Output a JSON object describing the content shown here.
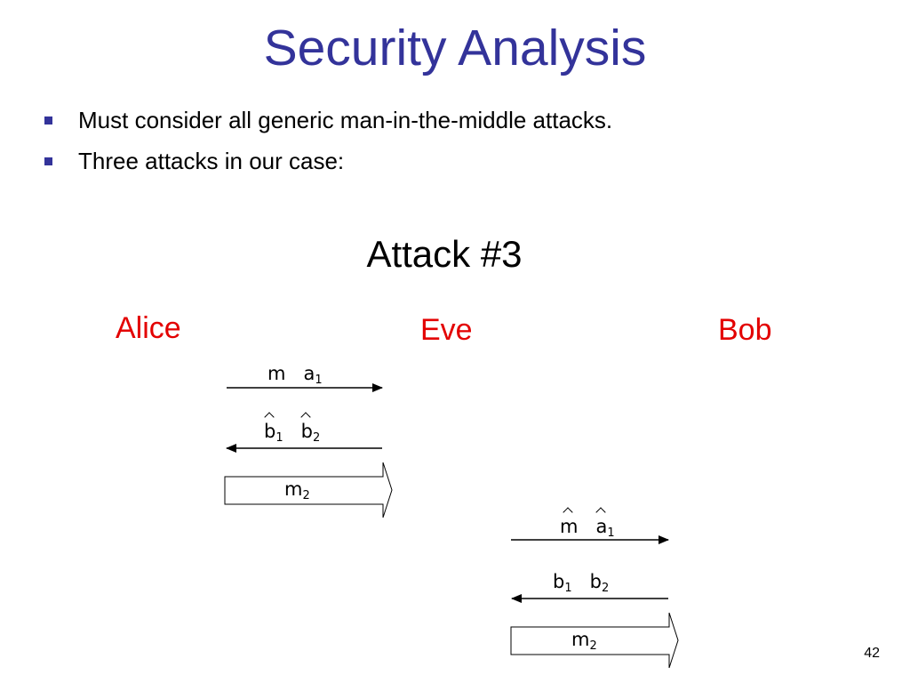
{
  "title": "Security Analysis",
  "bullets": [
    "Must consider all generic man-in-the-middle attacks.",
    "Three attacks in our case:"
  ],
  "subtitle": "Attack #3",
  "parties": {
    "alice": "Alice",
    "eve": "Eve",
    "bob": "Bob"
  },
  "messages": {
    "m1_a": "m",
    "m1_b": "a",
    "m1_b_sub": "1",
    "m2_a": "b",
    "m2_a_sub": "1",
    "m2_b": "b",
    "m2_b_sub": "2",
    "m3_a": "m",
    "m3_a_sub": "2",
    "m4_a": "m",
    "m4_b": "a",
    "m4_b_sub": "1",
    "m5_a": "b",
    "m5_a_sub": "1",
    "m5_b": "b",
    "m5_b_sub": "2",
    "m6_a": "m",
    "m6_a_sub": "2"
  },
  "page_number": "42",
  "colors": {
    "title": "#33339a",
    "party": "#e30000",
    "bullet": "#33339a"
  }
}
